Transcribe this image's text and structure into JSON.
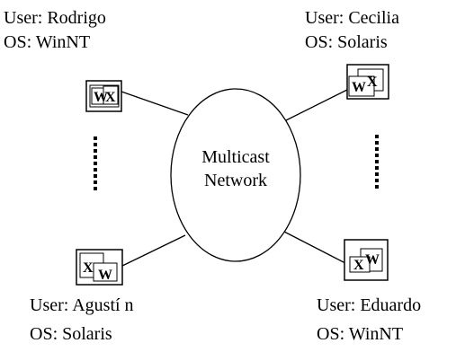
{
  "nodes": [
    {
      "id": "rodrigo",
      "user_line": "User: Rodrigo",
      "os_line": "OS: WinNT",
      "window_letters": [
        "W",
        "X"
      ]
    },
    {
      "id": "cecilia",
      "user_line": "User: Cecilia",
      "os_line": "OS: Solaris",
      "window_letters": [
        "W",
        "X"
      ]
    },
    {
      "id": "agustin",
      "user_line": "User: Agustí n",
      "os_line": "OS: Solaris",
      "window_letters": [
        "X",
        "W"
      ]
    },
    {
      "id": "eduardo",
      "user_line": "User: Eduardo",
      "os_line": "OS: WinNT",
      "window_letters": [
        "X",
        "W"
      ]
    }
  ],
  "network": {
    "line1": "Multicast",
    "line2": "Network"
  },
  "colors": {
    "stroke": "#000000",
    "background": "#ffffff"
  }
}
